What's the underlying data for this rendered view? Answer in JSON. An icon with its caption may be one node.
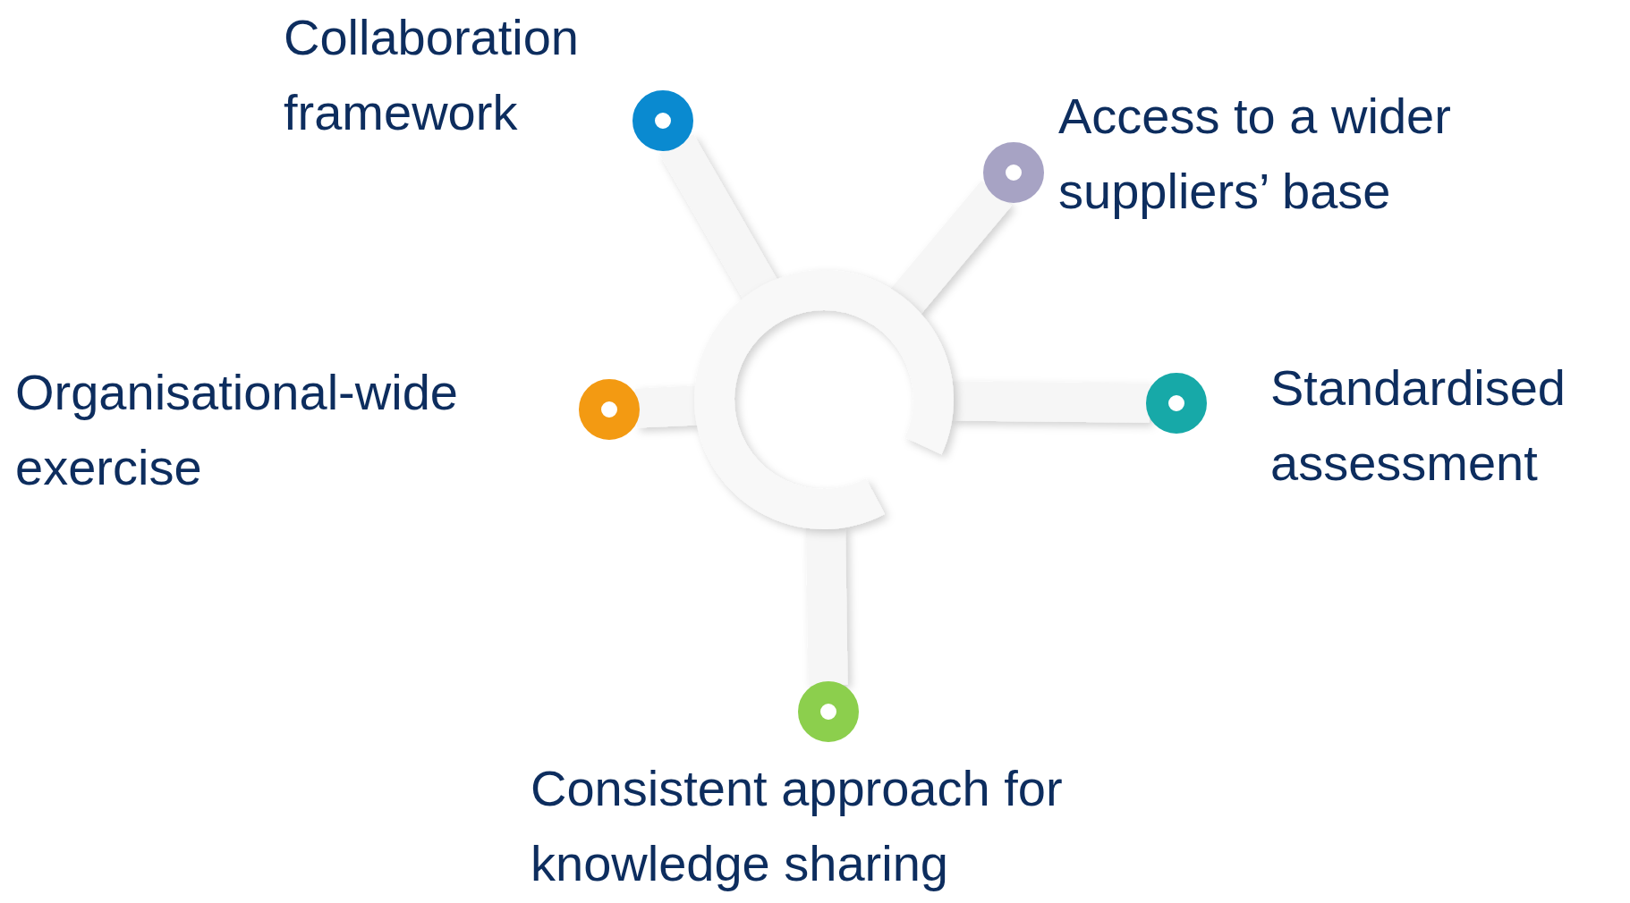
{
  "diagram": {
    "nodes": [
      {
        "text": [],
        "shape": "ring"
      },
      {
        "text": [],
        "shape": "circle",
        "beside": [
          "Collaboration framework"
        ]
      },
      {
        "text": [],
        "shape": "circle",
        "beside": [
          "Access to a wider suppliers’ base"
        ]
      },
      {
        "text": [],
        "shape": "circle",
        "beside": [
          "Organisational-wide exercise"
        ]
      },
      {
        "text": [],
        "shape": "circle",
        "beside": [
          "Standardised assessment"
        ]
      },
      {
        "text": [],
        "shape": "circle",
        "beside": [
          "Consistent approach for knowledge sharing"
        ]
      }
    ],
    "edges": [
      {
        "from": 0,
        "to": 1,
        "arrow": "none"
      },
      {
        "from": 0,
        "to": 2,
        "arrow": "none"
      },
      {
        "from": 0,
        "to": 3,
        "arrow": "none"
      },
      {
        "from": 0,
        "to": 4,
        "arrow": "none"
      },
      {
        "from": 0,
        "to": 5,
        "arrow": "none"
      }
    ]
  }
}
